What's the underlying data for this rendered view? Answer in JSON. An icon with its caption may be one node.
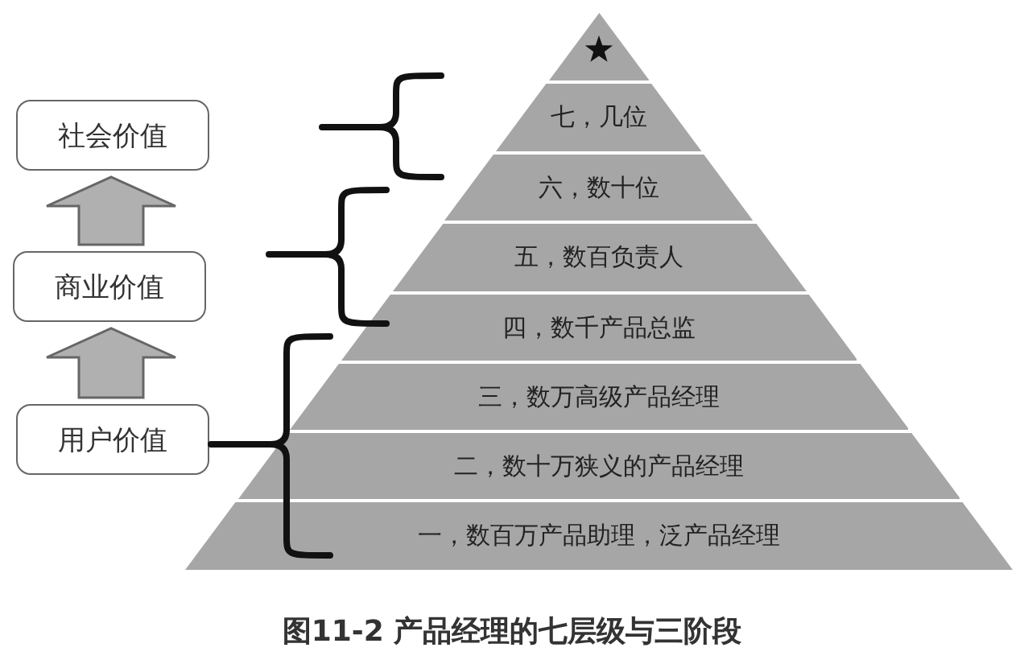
{
  "diagram": {
    "caption": "图11-2 产品经理的七层级与三阶段",
    "nodes": [
      {
        "text": [
          "社会价值"
        ]
      },
      {
        "text": [
          "商业价值"
        ]
      },
      {
        "text": [
          "用户价值"
        ]
      },
      {
        "text": [],
        "shape": "triangle"
      },
      {
        "text": [
          "七，几位"
        ]
      },
      {
        "text": [
          "六，数十位"
        ]
      },
      {
        "text": [
          "五，数百负责人"
        ]
      },
      {
        "text": [
          "四，数千产品总监"
        ]
      },
      {
        "text": [
          "三，数万高级产品经理"
        ]
      },
      {
        "text": [
          "二，数十万狭义的产品经理"
        ]
      },
      {
        "text": [
          "一，数百万产品助理，泛产品经理"
        ]
      }
    ],
    "edges": [
      {
        "from": 2,
        "to": 1,
        "arrow": "to",
        "style": "thick"
      },
      {
        "from": 1,
        "to": 0,
        "arrow": "to",
        "style": "thick"
      }
    ]
  }
}
